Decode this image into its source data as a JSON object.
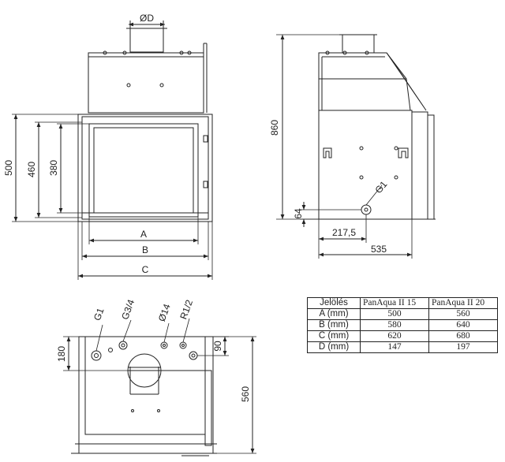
{
  "front_view": {
    "diameter_label": "ØD",
    "height_outer": "500",
    "height_mid": "460",
    "height_glass": "380",
    "width_a": "A",
    "width_b": "B",
    "width_c": "C"
  },
  "side_view": {
    "height_total": "860",
    "connection_label": "G1",
    "connection_height": "64",
    "connection_offset": "217,5",
    "depth": "535"
  },
  "top_view": {
    "port_labels": [
      "G1",
      "G3/4",
      "Ø14",
      "R1/2"
    ],
    "offset_left": "180",
    "offset_right": "90",
    "depth": "560"
  },
  "table": {
    "header": [
      "Jelölés",
      "PanAqua II 15",
      "PanAqua II 20"
    ],
    "rows": [
      [
        "A (mm)",
        "500",
        "560"
      ],
      [
        "B (mm)",
        "580",
        "640"
      ],
      [
        "C (mm)",
        "620",
        "680"
      ],
      [
        "D (mm)",
        "147",
        "197"
      ]
    ]
  }
}
